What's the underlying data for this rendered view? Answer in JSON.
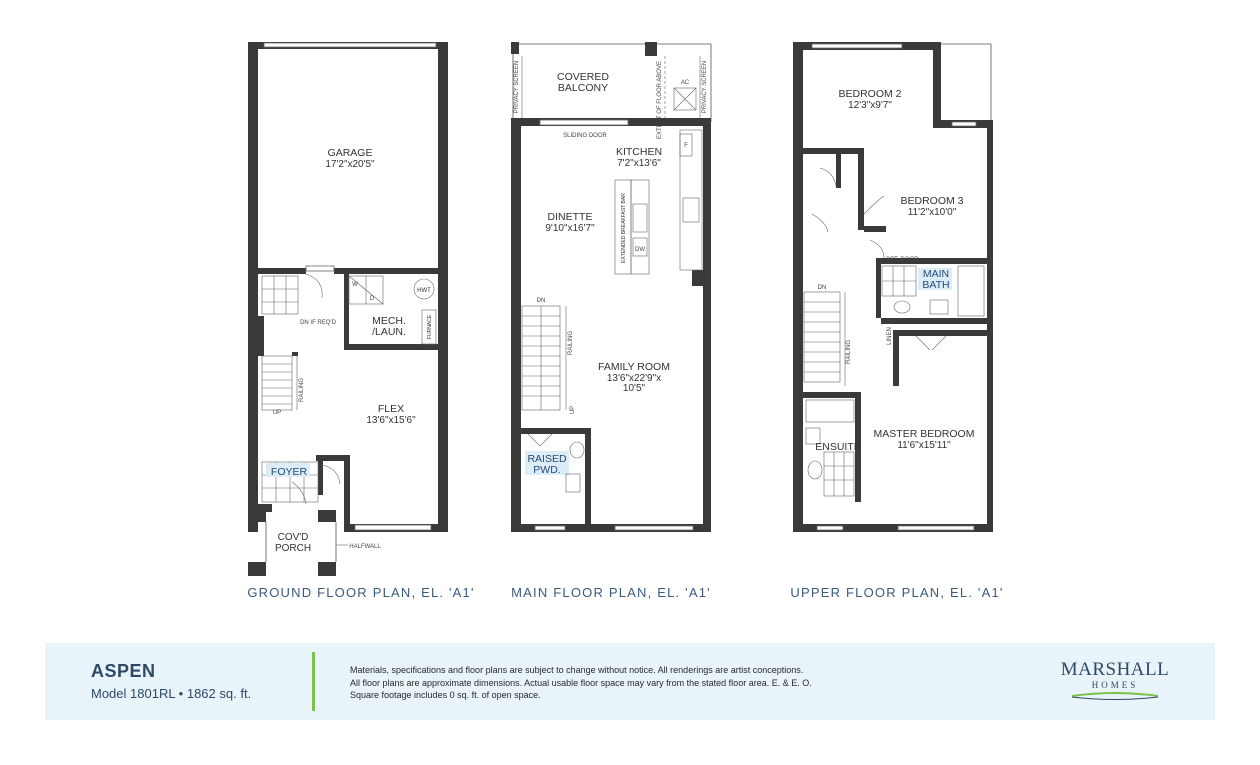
{
  "plans": {
    "ground": {
      "title": "GROUND FLOOR PLAN, EL. 'A1'",
      "rooms": {
        "garage": {
          "name": "GARAGE",
          "size": "17'2\"x20'5\""
        },
        "mech": {
          "name_line1": "MECH.",
          "name_line2": "/LAUN."
        },
        "flex": {
          "name": "FLEX",
          "size": "13'6\"x15'6\""
        },
        "foyer": {
          "name": "FOYER"
        },
        "porch": {
          "name_line1": "COV'D",
          "name_line2": "PORCH"
        }
      },
      "notes": {
        "hwt": "HWT",
        "furnace": "FURNACE",
        "w": "W",
        "d": "D",
        "dn_if_req": "DN IF REQ'D",
        "railing": "RAILING",
        "up": "UP",
        "halfwall": "HALFWALL"
      }
    },
    "main": {
      "title": "MAIN FLOOR PLAN, EL. 'A1'",
      "rooms": {
        "balcony": {
          "name_line1": "COVERED",
          "name_line2": "BALCONY"
        },
        "kitchen": {
          "name": "KITCHEN",
          "size": "7'2\"x13'6\""
        },
        "dinette": {
          "name": "DINETTE",
          "size": "9'10\"x16'7\""
        },
        "family": {
          "name": "FAMILY ROOM",
          "size_line1": "13'6\"x22'9\"x",
          "size_line2": "10'5\""
        },
        "pwd": {
          "name_line1": "RAISED",
          "name_line2": "PWD."
        }
      },
      "notes": {
        "privacy_left": "PRIVACY SCREEN",
        "privacy_right": "PRIVACY SCREEN",
        "extent": "EXTENT OF FLOOR ABOVE",
        "sliding_door": "SLIDING DOOR",
        "breakfast_bar": "EXTENDED BREAKFAST BAR",
        "dw": "DW",
        "f": "F",
        "dn": "DN",
        "up": "UP",
        "railing": "RAILING",
        "ac": "AC"
      }
    },
    "upper": {
      "title": "UPPER FLOOR PLAN, EL. 'A1'",
      "rooms": {
        "bed2": {
          "name": "BEDROOM 2",
          "size": "12'3\"x9'7\""
        },
        "bed3": {
          "name": "BEDROOM 3",
          "size": "11'2\"x10'0\""
        },
        "main_bath": {
          "name_line1": "MAIN",
          "name_line2": "BATH"
        },
        "ensuite": {
          "name": "ENSUITE"
        },
        "master": {
          "name": "MASTER BEDROOM",
          "size": "11'6\"x15'11\""
        }
      },
      "notes": {
        "opt_door": "OPT. DOOR",
        "linen": "LINEN",
        "dn": "DN",
        "railing": "RAILING"
      }
    }
  },
  "footer": {
    "name": "ASPEN",
    "model": "Model 1801RL • 1862 sq. ft.",
    "disclaimer_line1": "Materials, specifications and floor plans are subject to change without notice. All renderings are artist conceptions.",
    "disclaimer_line2": "All floor plans are approximate dimensions. Actual usable floor space may vary from the stated floor area. E. & E. O.",
    "disclaimer_line3": "Square footage includes 0 sq. ft. of open space.",
    "logo_line1": "MARSHALL",
    "logo_line2": "HOMES"
  },
  "colors": {
    "wall": "#3a3a3a",
    "title_blue": "#3b5a7c",
    "footer_bg": "#e8f3fa",
    "accent_green": "#7cc24a",
    "room_highlight": "#dcedf7"
  }
}
